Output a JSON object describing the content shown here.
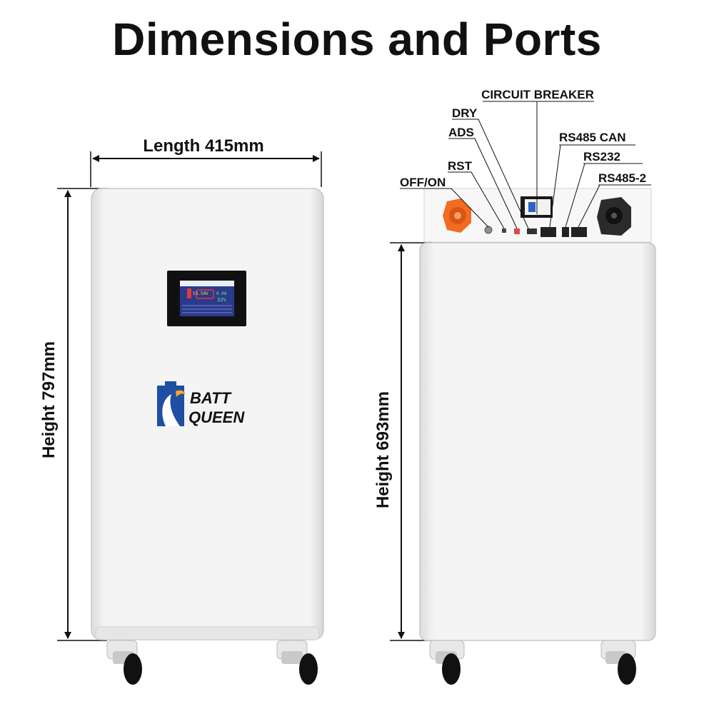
{
  "title": "Dimensions and Ports",
  "front": {
    "length_label": "Length 415mm",
    "height_label": "Height 797mm",
    "brand_line1": "BATT",
    "brand_line2": "QUEEN",
    "screen": {
      "voltage": "53.50V",
      "current": "0.0A",
      "soc": "32%"
    }
  },
  "back": {
    "height_label": "Height 693mm",
    "ports": {
      "circuit_breaker": "CIRCUIT BREAKER",
      "dry": "DRY",
      "ads": "ADS",
      "rst": "RST",
      "off_on": "OFF/ON",
      "rs485_can": "RS485  CAN",
      "rs232": "RS232",
      "rs485_2": "RS485-2"
    }
  },
  "colors": {
    "cabinet": "#f2f2f2",
    "positive_terminal": "#f26b21",
    "negative_terminal": "#2b2b2b",
    "logo_blue": "#1f4fa3",
    "logo_orange": "#f5a623"
  }
}
